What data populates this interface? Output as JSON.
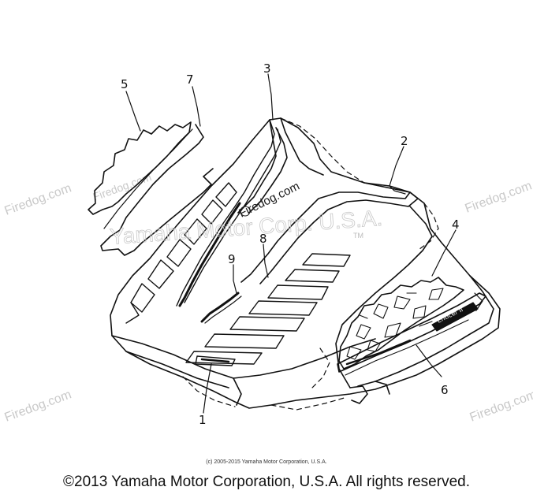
{
  "callouts": [
    "1",
    "2",
    "3",
    "4",
    "5",
    "6",
    "7",
    "8",
    "9"
  ],
  "watermark": {
    "site": "Firedog.com",
    "corp": "Yamaha Motor Corp. U.S.A.",
    "tm": "TM"
  },
  "decal_text": "Enticer II",
  "copyright_small": "(c) 2005-2015 Yamaha Motor Corporation, U.S.A.",
  "copyright_footer": "©2013 Yamaha Motor Corporation, U.S.A. All rights reserved."
}
